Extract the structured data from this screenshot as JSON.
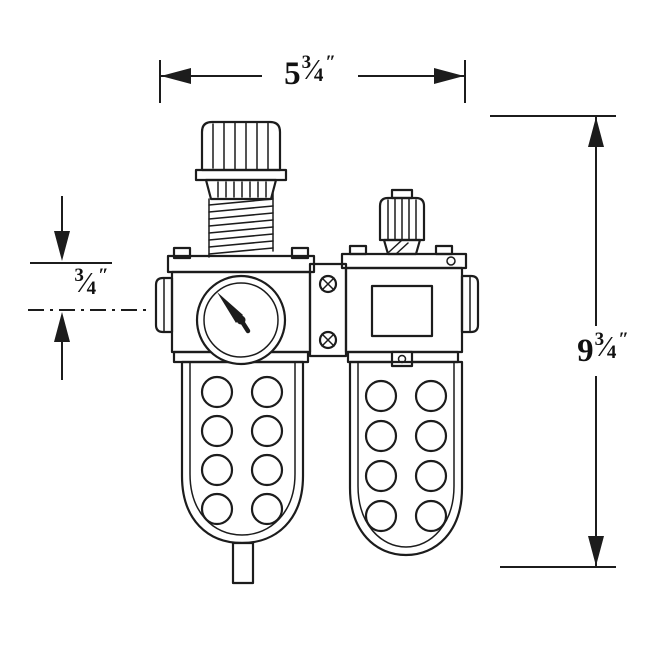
{
  "drawing": {
    "kind": "technical line drawing",
    "parts": [
      "regulator-adjustment-knob",
      "spring",
      "pressure-gauge",
      "inlet-port",
      "outlet-port",
      "junction-block-screws",
      "lubricator-knob",
      "sight-window",
      "filter-bowl",
      "lubricator-bowl",
      "drain-stem"
    ]
  },
  "dimensions": {
    "width": {
      "whole": "5",
      "num": "3",
      "den": "4",
      "slash": "⁄",
      "unit": "″"
    },
    "height": {
      "whole": "9",
      "num": "3",
      "den": "4",
      "slash": "⁄",
      "unit": "″"
    },
    "port": {
      "whole": "",
      "num": "3",
      "den": "4",
      "slash": "⁄",
      "unit": "″"
    }
  },
  "colors": {
    "line": "#1c1c1c",
    "background": "#ffffff",
    "text": "#111111"
  }
}
